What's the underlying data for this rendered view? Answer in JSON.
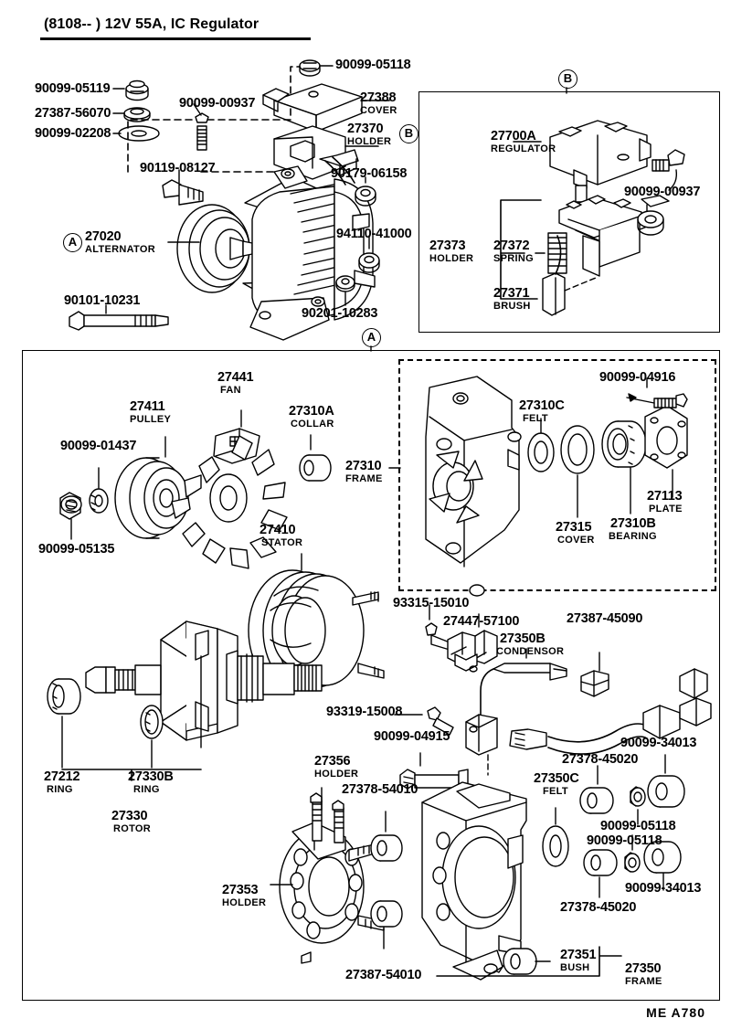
{
  "header": {
    "title": "(8108--        ) 12V 55A, IC Regulator"
  },
  "footer": {
    "code": "ME  A780"
  },
  "callout_markers": [
    {
      "id": "A",
      "label": "A"
    },
    {
      "id": "B",
      "label": "B"
    }
  ],
  "sections": {
    "top_assembly": {
      "name": "alternator-top-assembly",
      "parts": [
        {
          "number": "90099-05119",
          "name": ""
        },
        {
          "number": "27387-56070",
          "name": ""
        },
        {
          "number": "90099-02208",
          "name": ""
        },
        {
          "number": "90099-00937",
          "name": ""
        },
        {
          "number": "90099-05118",
          "name": ""
        },
        {
          "number": "27388",
          "name": "COVER"
        },
        {
          "number": "27370",
          "name": "HOLDER"
        },
        {
          "number": "90119-08127",
          "name": ""
        },
        {
          "number": "90179-06158",
          "name": ""
        },
        {
          "number": "27020",
          "name": "ALTERNATOR"
        },
        {
          "number": "94110-41000",
          "name": ""
        },
        {
          "number": "90201-10283",
          "name": ""
        },
        {
          "number": "90101-10231",
          "name": ""
        }
      ]
    },
    "regulator_inset": {
      "name": "regulator-detail-inset",
      "marker": "B",
      "parts": [
        {
          "number": "27700A",
          "name": "REGULATOR"
        },
        {
          "number": "90099-00937",
          "name": ""
        },
        {
          "number": "27373",
          "name": "HOLDER"
        },
        {
          "number": "27372",
          "name": "SPRING"
        },
        {
          "number": "27371",
          "name": "BRUSH"
        }
      ]
    },
    "main_exploded": {
      "name": "alternator-exploded-view",
      "marker": "A",
      "parts": [
        {
          "number": "90099-05135",
          "name": ""
        },
        {
          "number": "90099-01437",
          "name": ""
        },
        {
          "number": "27411",
          "name": "PULLEY"
        },
        {
          "number": "27441",
          "name": "FAN"
        },
        {
          "number": "27310A",
          "name": "COLLAR"
        },
        {
          "number": "27310",
          "name": "FRAME"
        },
        {
          "number": "27410",
          "name": "STATOR"
        },
        {
          "number": "27212",
          "name": "RING"
        },
        {
          "number": "27330B",
          "name": "RING"
        },
        {
          "number": "27330",
          "name": "ROTOR"
        }
      ]
    },
    "frame_inset": {
      "name": "drive-end-frame-inset",
      "parts": [
        {
          "number": "90099-04916",
          "name": ""
        },
        {
          "number": "27310C",
          "name": "FELT"
        },
        {
          "number": "27315",
          "name": "COVER"
        },
        {
          "number": "27310B",
          "name": "BEARING"
        },
        {
          "number": "27113",
          "name": "PLATE"
        }
      ]
    },
    "wiring": {
      "name": "condenser-wiring-group",
      "parts": [
        {
          "number": "93315-15010",
          "name": ""
        },
        {
          "number": "27447-57100",
          "name": ""
        },
        {
          "number": "27350B",
          "name": "CONDENSOR"
        },
        {
          "number": "27387-45090",
          "name": ""
        },
        {
          "number": "93319-15008",
          "name": ""
        },
        {
          "number": "90099-04915",
          "name": ""
        }
      ]
    },
    "rear_frame": {
      "name": "rear-end-frame-group",
      "parts": [
        {
          "number": "27356",
          "name": "HOLDER"
        },
        {
          "number": "27378-54010",
          "name": ""
        },
        {
          "number": "27353",
          "name": "HOLDER"
        },
        {
          "number": "27387-54010",
          "name": ""
        },
        {
          "number": "27350C",
          "name": "FELT"
        },
        {
          "number": "27378-45020",
          "name": ""
        },
        {
          "number": "90099-34013",
          "name": ""
        },
        {
          "number": "90099-05118",
          "name": ""
        },
        {
          "number": "90099-05118",
          "name": ""
        },
        {
          "number": "27378-45020",
          "name": ""
        },
        {
          "number": "90099-34013",
          "name": ""
        },
        {
          "number": "27351",
          "name": "BUSH"
        },
        {
          "number": "27350",
          "name": "FRAME"
        }
      ]
    }
  },
  "labels": {
    "l_90099_05119": "90099-05119",
    "l_27387_56070": "27387-56070",
    "l_90099_02208": "90099-02208",
    "l_90099_00937": "90099-00937",
    "l_90099_05118_top": "90099-05118",
    "l_27388": "27388",
    "l_27388_s": "COVER",
    "l_27370": "27370",
    "l_27370_s": "HOLDER",
    "l_90119_08127": "90119-08127",
    "l_90179_06158": "90179-06158",
    "l_27020": "27020",
    "l_27020_s": "ALTERNATOR",
    "l_94110_41000": "94110-41000",
    "l_90201_10283": "90201-10283",
    "l_90101_10231": "90101-10231",
    "l_27700A": "27700A",
    "l_27700A_s": "REGULATOR",
    "l_90099_00937b": "90099-00937",
    "l_27373": "27373",
    "l_27373_s": "HOLDER",
    "l_27372": "27372",
    "l_27372_s": "SPRING",
    "l_27371": "27371",
    "l_27371_s": "BRUSH",
    "l_90099_05135": "90099-05135",
    "l_90099_01437": "90099-01437",
    "l_27411": "27411",
    "l_27411_s": "PULLEY",
    "l_27441": "27441",
    "l_27441_s": "FAN",
    "l_27310A": "27310A",
    "l_27310A_s": "COLLAR",
    "l_27310": "27310",
    "l_27310_s": "FRAME",
    "l_27410": "27410",
    "l_27410_s": "STATOR",
    "l_90099_04916": "90099-04916",
    "l_27310C": "27310C",
    "l_27310C_s": "FELT",
    "l_27315": "27315",
    "l_27315_s": "COVER",
    "l_27310B": "27310B",
    "l_27310B_s": "BEARING",
    "l_27113": "27113",
    "l_27113_s": "PLATE",
    "l_27212": "27212",
    "l_27212_s": "RING",
    "l_27330B": "27330B",
    "l_27330B_s": "RING",
    "l_27330": "27330",
    "l_27330_s": "ROTOR",
    "l_93315_15010": "93315-15010",
    "l_27447_57100": "27447-57100",
    "l_27350B": "27350B",
    "l_27350B_s": "CONDENSOR",
    "l_27387_45090": "27387-45090",
    "l_93319_15008": "93319-15008",
    "l_90099_04915": "90099-04915",
    "l_27356": "27356",
    "l_27356_s": "HOLDER",
    "l_27378_54010": "27378-54010",
    "l_27353": "27353",
    "l_27353_s": "HOLDER",
    "l_27387_54010": "27387-54010",
    "l_27350C": "27350C",
    "l_27350C_s": "FELT",
    "l_27378_45020_a": "27378-45020",
    "l_90099_34013_a": "90099-34013",
    "l_90099_05118_a": "90099-05118",
    "l_90099_05118_b": "90099-05118",
    "l_27378_45020_b": "27378-45020",
    "l_90099_34013_b": "90099-34013",
    "l_27351": "27351",
    "l_27351_s": "BUSH",
    "l_27350": "27350",
    "l_27350_s": "FRAME"
  }
}
